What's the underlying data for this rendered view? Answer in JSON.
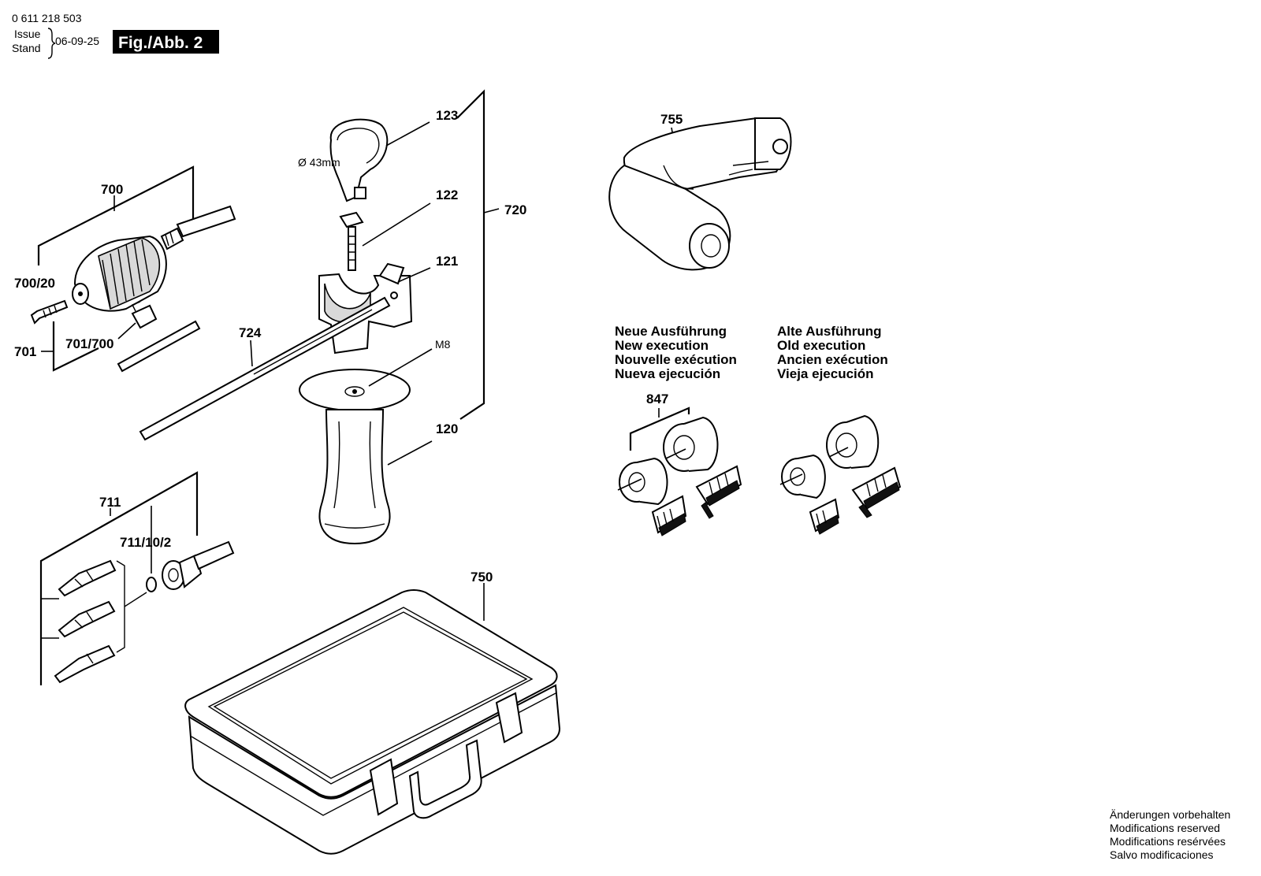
{
  "header": {
    "doc_number": "0 611 218 503",
    "issue_label": "Issue",
    "stand_label": "Stand",
    "date": "06-09-25",
    "figure_title": "Fig./Abb. 2"
  },
  "parts": {
    "p123": "123",
    "p122": "122",
    "p121": "121",
    "p120": "120",
    "p720": "720",
    "p724": "724",
    "p700": "700",
    "p700_20": "700/20",
    "p701": "701",
    "p701_700": "701/700",
    "p711": "711",
    "p711_10_2": "711/10/2",
    "p750": "750",
    "p755": "755",
    "p847": "847"
  },
  "annotations": {
    "diameter": "Ø 43mm",
    "thread": "M8"
  },
  "execution": {
    "new": [
      "Neue Ausführung",
      "New execution",
      "Nouvelle exécution",
      "Nueva ejecución"
    ],
    "old": [
      "Alte Ausführung",
      "Old execution",
      "Ancien exécution",
      "Vieja ejecución"
    ]
  },
  "footer": {
    "lines": [
      "Änderungen vorbehalten",
      "Modifications reserved",
      "Modifications resérvées",
      "Salvo modificaciones"
    ]
  }
}
